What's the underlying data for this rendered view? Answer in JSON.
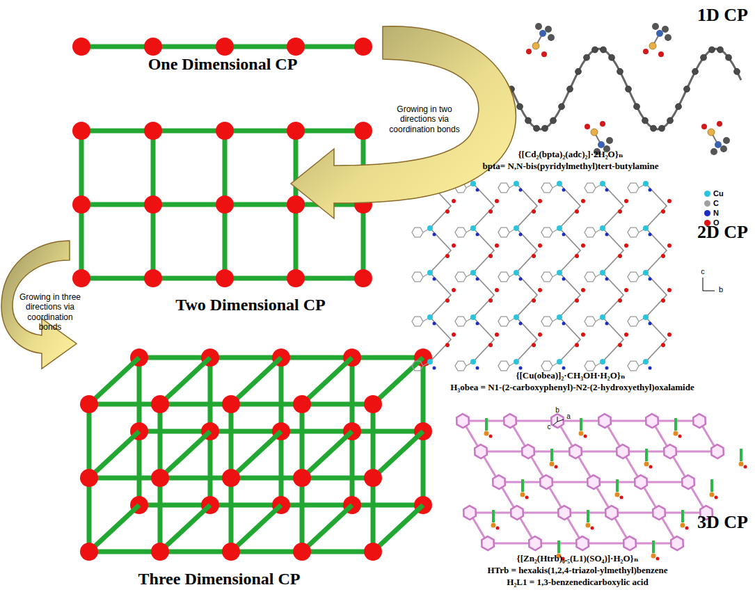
{
  "diagram": {
    "labels": [
      "One Dimensional CP",
      "Growing in two directions via coordination bonds",
      "Two Dimensional CP",
      "Growing in three directions via coordination bonds",
      "Three Dimensional CP",
      "1D CP",
      "{[Cd₂(bpta)₂(adc)₂]·2H₂O}ₙ",
      "bpta= N,N-bis(pyridylmethyl)tert-butylamine",
      "c",
      "b",
      "2D CP",
      "{[Cu(obea)]₂·CH₃OH·H₂O}ₙ",
      "H₃obea = N1-(2-carboxyphenyl)-N2-(2-hydroxyethyl)oxalamide",
      "b",
      "a",
      "c",
      "3D CP",
      "{[Zn₂(Htrb)₀.₅(L1)(SO₄)]·H₂O}ₙ",
      "HTrb = hexakis(1,2,4-triazol-ylmethyl)benzene",
      "H₂L1 = 1,3-benzenedicarboxylic acid"
    ],
    "legend": [
      {
        "text": "Cu",
        "color": "#2bc4dc"
      },
      {
        "text": "C",
        "color": "#a0a0a0"
      },
      {
        "text": "N",
        "color": "#1c2fc0"
      },
      {
        "text": "O",
        "color": "#e01010"
      }
    ]
  }
}
